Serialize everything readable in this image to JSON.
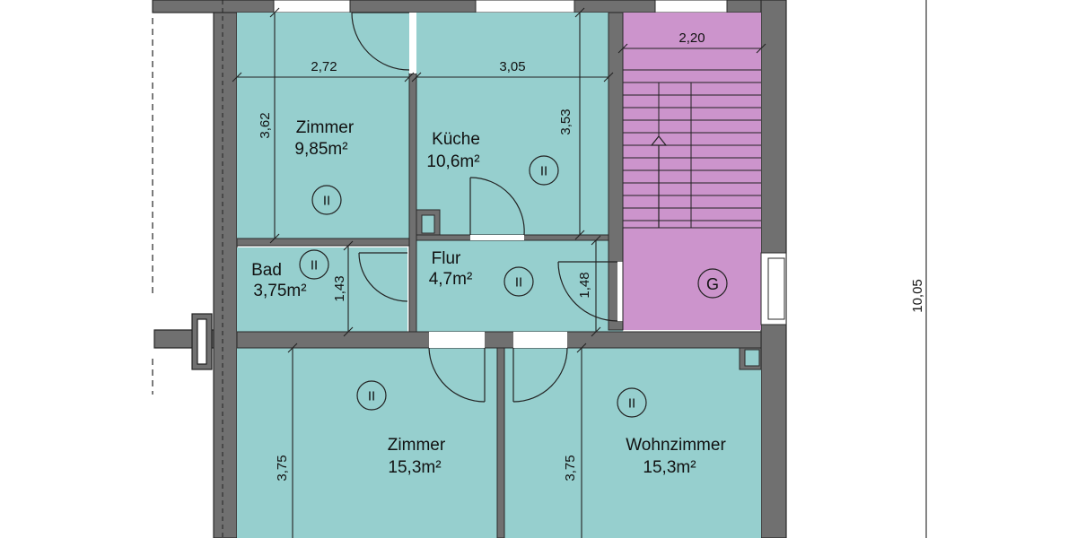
{
  "colors": {
    "room_fill": "#96cfce",
    "stair_fill": "#cc94cc",
    "wall_fill": "#707070",
    "wall_stroke": "#2a2a2a",
    "line": "#222222"
  },
  "rooms": {
    "zimmer_small": {
      "name": "Zimmer",
      "area": "9,85m²",
      "mark": "II"
    },
    "kueche": {
      "name": "Küche",
      "area": "10,6m²",
      "mark": "II"
    },
    "bad": {
      "name": "Bad",
      "area": "3,75m²",
      "mark": "II"
    },
    "flur": {
      "name": "Flur",
      "area": "4,7m²",
      "mark": "II"
    },
    "stair": {
      "mark": "G"
    },
    "zimmer_large": {
      "name": "Zimmer",
      "area": "15,3m²",
      "mark": "II"
    },
    "wohnzimmer": {
      "name": "Wohnzimmer",
      "area": "15,3m²",
      "mark": "II"
    }
  },
  "dimensions": {
    "zimmer_width": "2,72",
    "kueche_width": "3,05",
    "stair_width": "2,20",
    "zimmer_height": "3,62",
    "kueche_height": "3,53",
    "bad_height": "1,43",
    "flur_height": "1,48",
    "zimmer_large_height": "3,75",
    "wohnzimmer_height": "3,75",
    "total_height": "10,05"
  }
}
